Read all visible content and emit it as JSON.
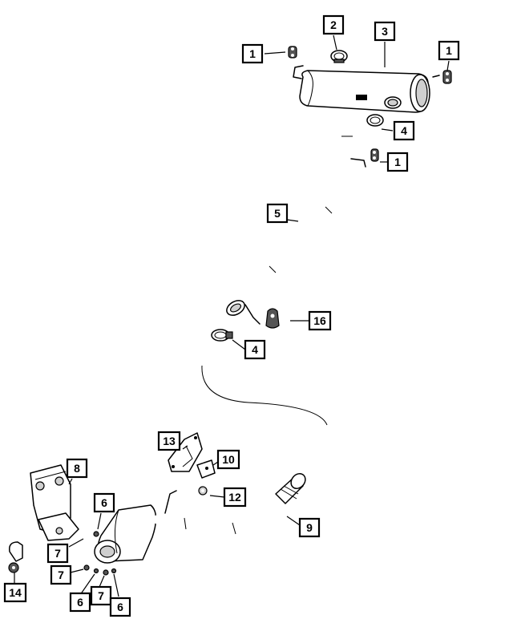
{
  "diagram": {
    "callouts": [
      {
        "id": "c1a",
        "label": "1"
      },
      {
        "id": "c2",
        "label": "2"
      },
      {
        "id": "c3",
        "label": "3"
      },
      {
        "id": "c1b",
        "label": "1"
      },
      {
        "id": "c4a",
        "label": "4"
      },
      {
        "id": "c1c",
        "label": "1"
      },
      {
        "id": "c5",
        "label": "5"
      },
      {
        "id": "c16",
        "label": "16"
      },
      {
        "id": "c4b",
        "label": "4"
      },
      {
        "id": "c13",
        "label": "13"
      },
      {
        "id": "c10",
        "label": "10"
      },
      {
        "id": "c8",
        "label": "8"
      },
      {
        "id": "c6a",
        "label": "6"
      },
      {
        "id": "c12",
        "label": "12"
      },
      {
        "id": "c9",
        "label": "9"
      },
      {
        "id": "c7a",
        "label": "7"
      },
      {
        "id": "c7b",
        "label": "7"
      },
      {
        "id": "c14",
        "label": "14"
      },
      {
        "id": "c6b",
        "label": "6"
      },
      {
        "id": "c7c",
        "label": "7"
      },
      {
        "id": "c6c",
        "label": "6"
      }
    ]
  }
}
